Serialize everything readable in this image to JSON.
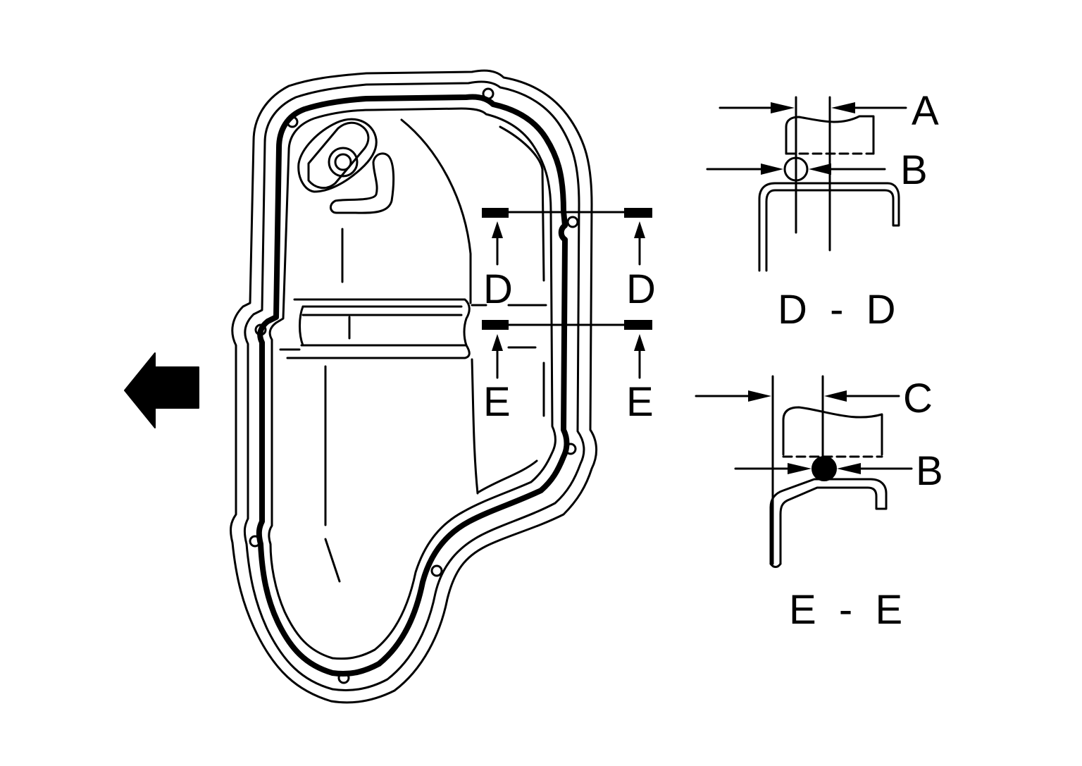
{
  "labels": {
    "a": "A",
    "b_top": "B",
    "b_bottom": "B",
    "c": "C",
    "d_left": "D",
    "d_right": "D",
    "e_left": "E",
    "e_right": "E",
    "section_d": "D  -  D",
    "section_e": "E  -  E"
  },
  "colors": {
    "ink": "#000000",
    "paper": "#ffffff"
  },
  "icons": {
    "direction": "arrow-left-icon"
  }
}
